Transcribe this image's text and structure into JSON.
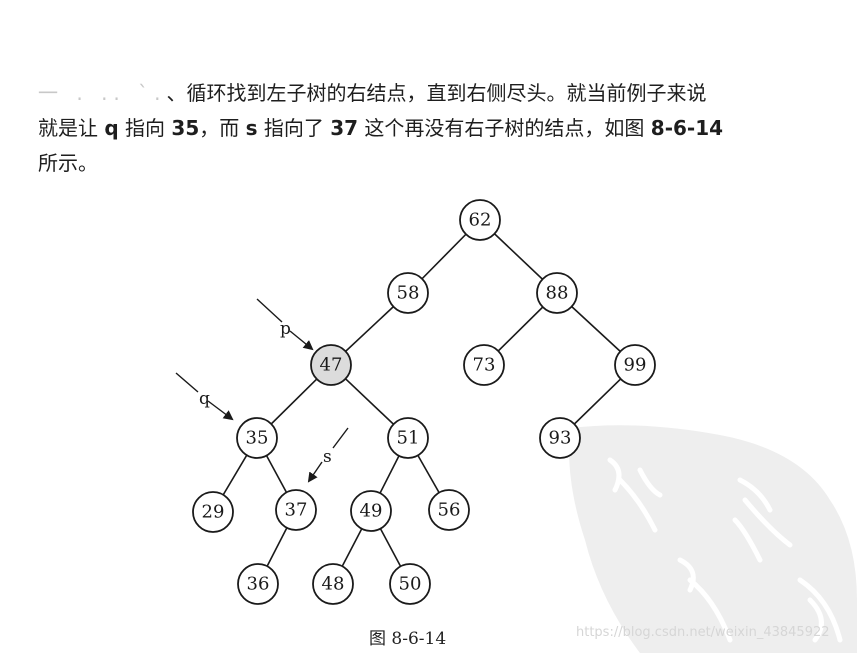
{
  "paragraph": {
    "line1_faded": "一 . ..  ˋ.",
    "line1": "、循环找到左子树的右结点，直到右侧尽头。就当前例子来说",
    "line2_a": "就是让 ",
    "line2_q": "q",
    "line2_b": " 指向 ",
    "line2_35": "35",
    "line2_c": "，而 ",
    "line2_s": "s",
    "line2_d": " 指向了 ",
    "line2_37": "37",
    "line2_e": " 这个再没有右子树的结点，如图 ",
    "line2_fig": "8-6-14",
    "line3": "所示。"
  },
  "figure": {
    "caption": "图 8-6-14",
    "nodes": {
      "n62": "62",
      "n58": "58",
      "n88": "88",
      "n47": "47",
      "n73": "73",
      "n99": "99",
      "n35": "35",
      "n51": "51",
      "n93": "93",
      "n29": "29",
      "n37": "37",
      "n49": "49",
      "n56": "56",
      "n36": "36",
      "n48": "48",
      "n50": "50"
    },
    "highlighted_node": "47",
    "pointers": {
      "p": "p",
      "q": "q",
      "s": "s"
    },
    "pointer_targets": {
      "p": "47",
      "q": "35",
      "s": "37"
    },
    "colors": {
      "stroke": "#1a1a1a",
      "highlight_fill": "#dcdcdc",
      "watermark": "#eeeeee"
    }
  },
  "watermark": {
    "url": "https://blog.csdn.net/weixin_43845922"
  }
}
